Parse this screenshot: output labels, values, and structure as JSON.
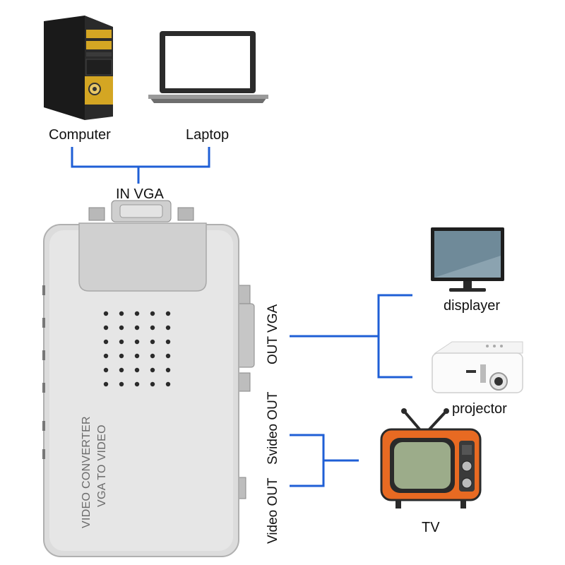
{
  "sources": {
    "computer_label": "Computer",
    "laptop_label": "Laptop",
    "input_label": "IN VGA"
  },
  "converter": {
    "title": "VIDEO CONVERTER",
    "subtitle": "VGA TO VIDEO"
  },
  "outputs": {
    "vga_out_label": "OUT VGA",
    "svideo_out_label": "Svideo OUT",
    "video_out_label": "Video OUT"
  },
  "devices": {
    "displayer_label": "displayer",
    "projector_label": "projector",
    "tv_label": "TV"
  },
  "colors": {
    "connector_line": "#1f5fd6",
    "tower_accent": "#d4a623",
    "tv_body": "#e86a22"
  }
}
